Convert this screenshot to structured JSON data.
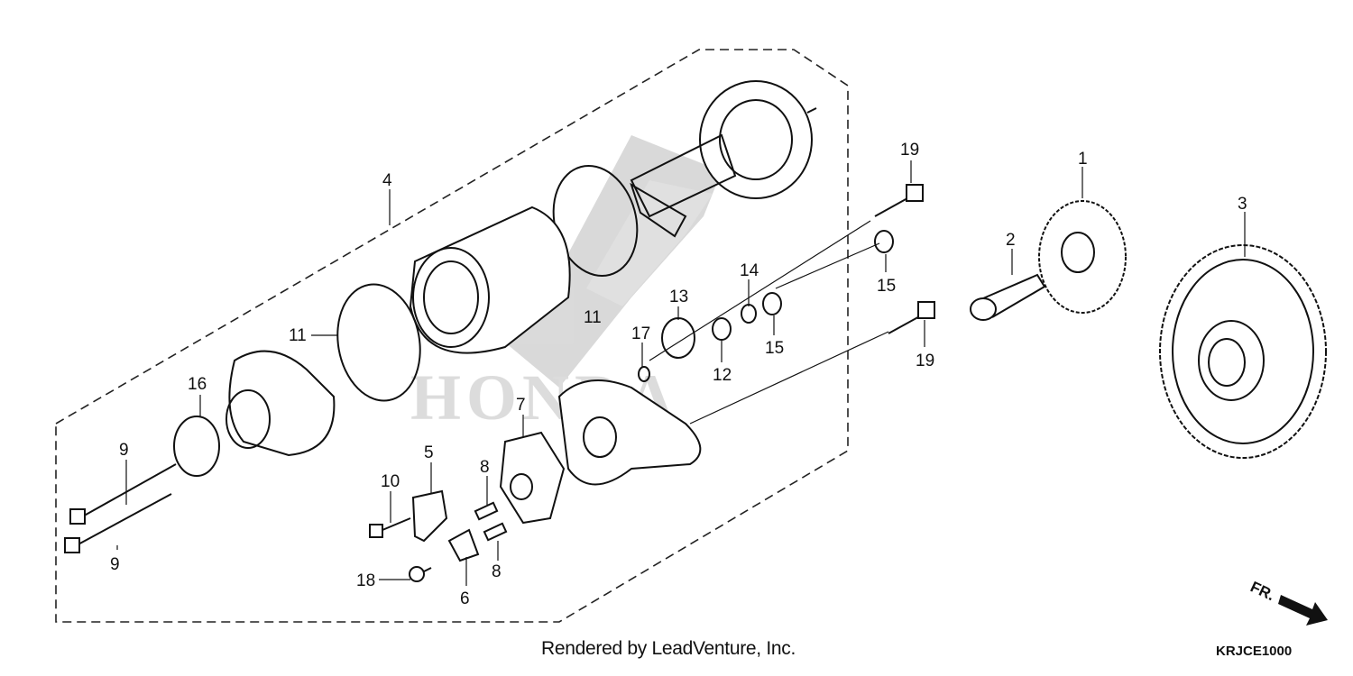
{
  "footer": {
    "credit": "Rendered by LeadVenture, Inc.",
    "code": "KRJCE1000"
  },
  "watermark": {
    "text": "HONDA"
  },
  "direction": {
    "label": "FR."
  },
  "callouts": [
    "4",
    "11",
    "11",
    "16",
    "9",
    "9",
    "10",
    "5",
    "18",
    "6",
    "8",
    "8",
    "7",
    "17",
    "13",
    "12",
    "14",
    "15",
    "15",
    "19",
    "19",
    "2",
    "1",
    "3"
  ]
}
